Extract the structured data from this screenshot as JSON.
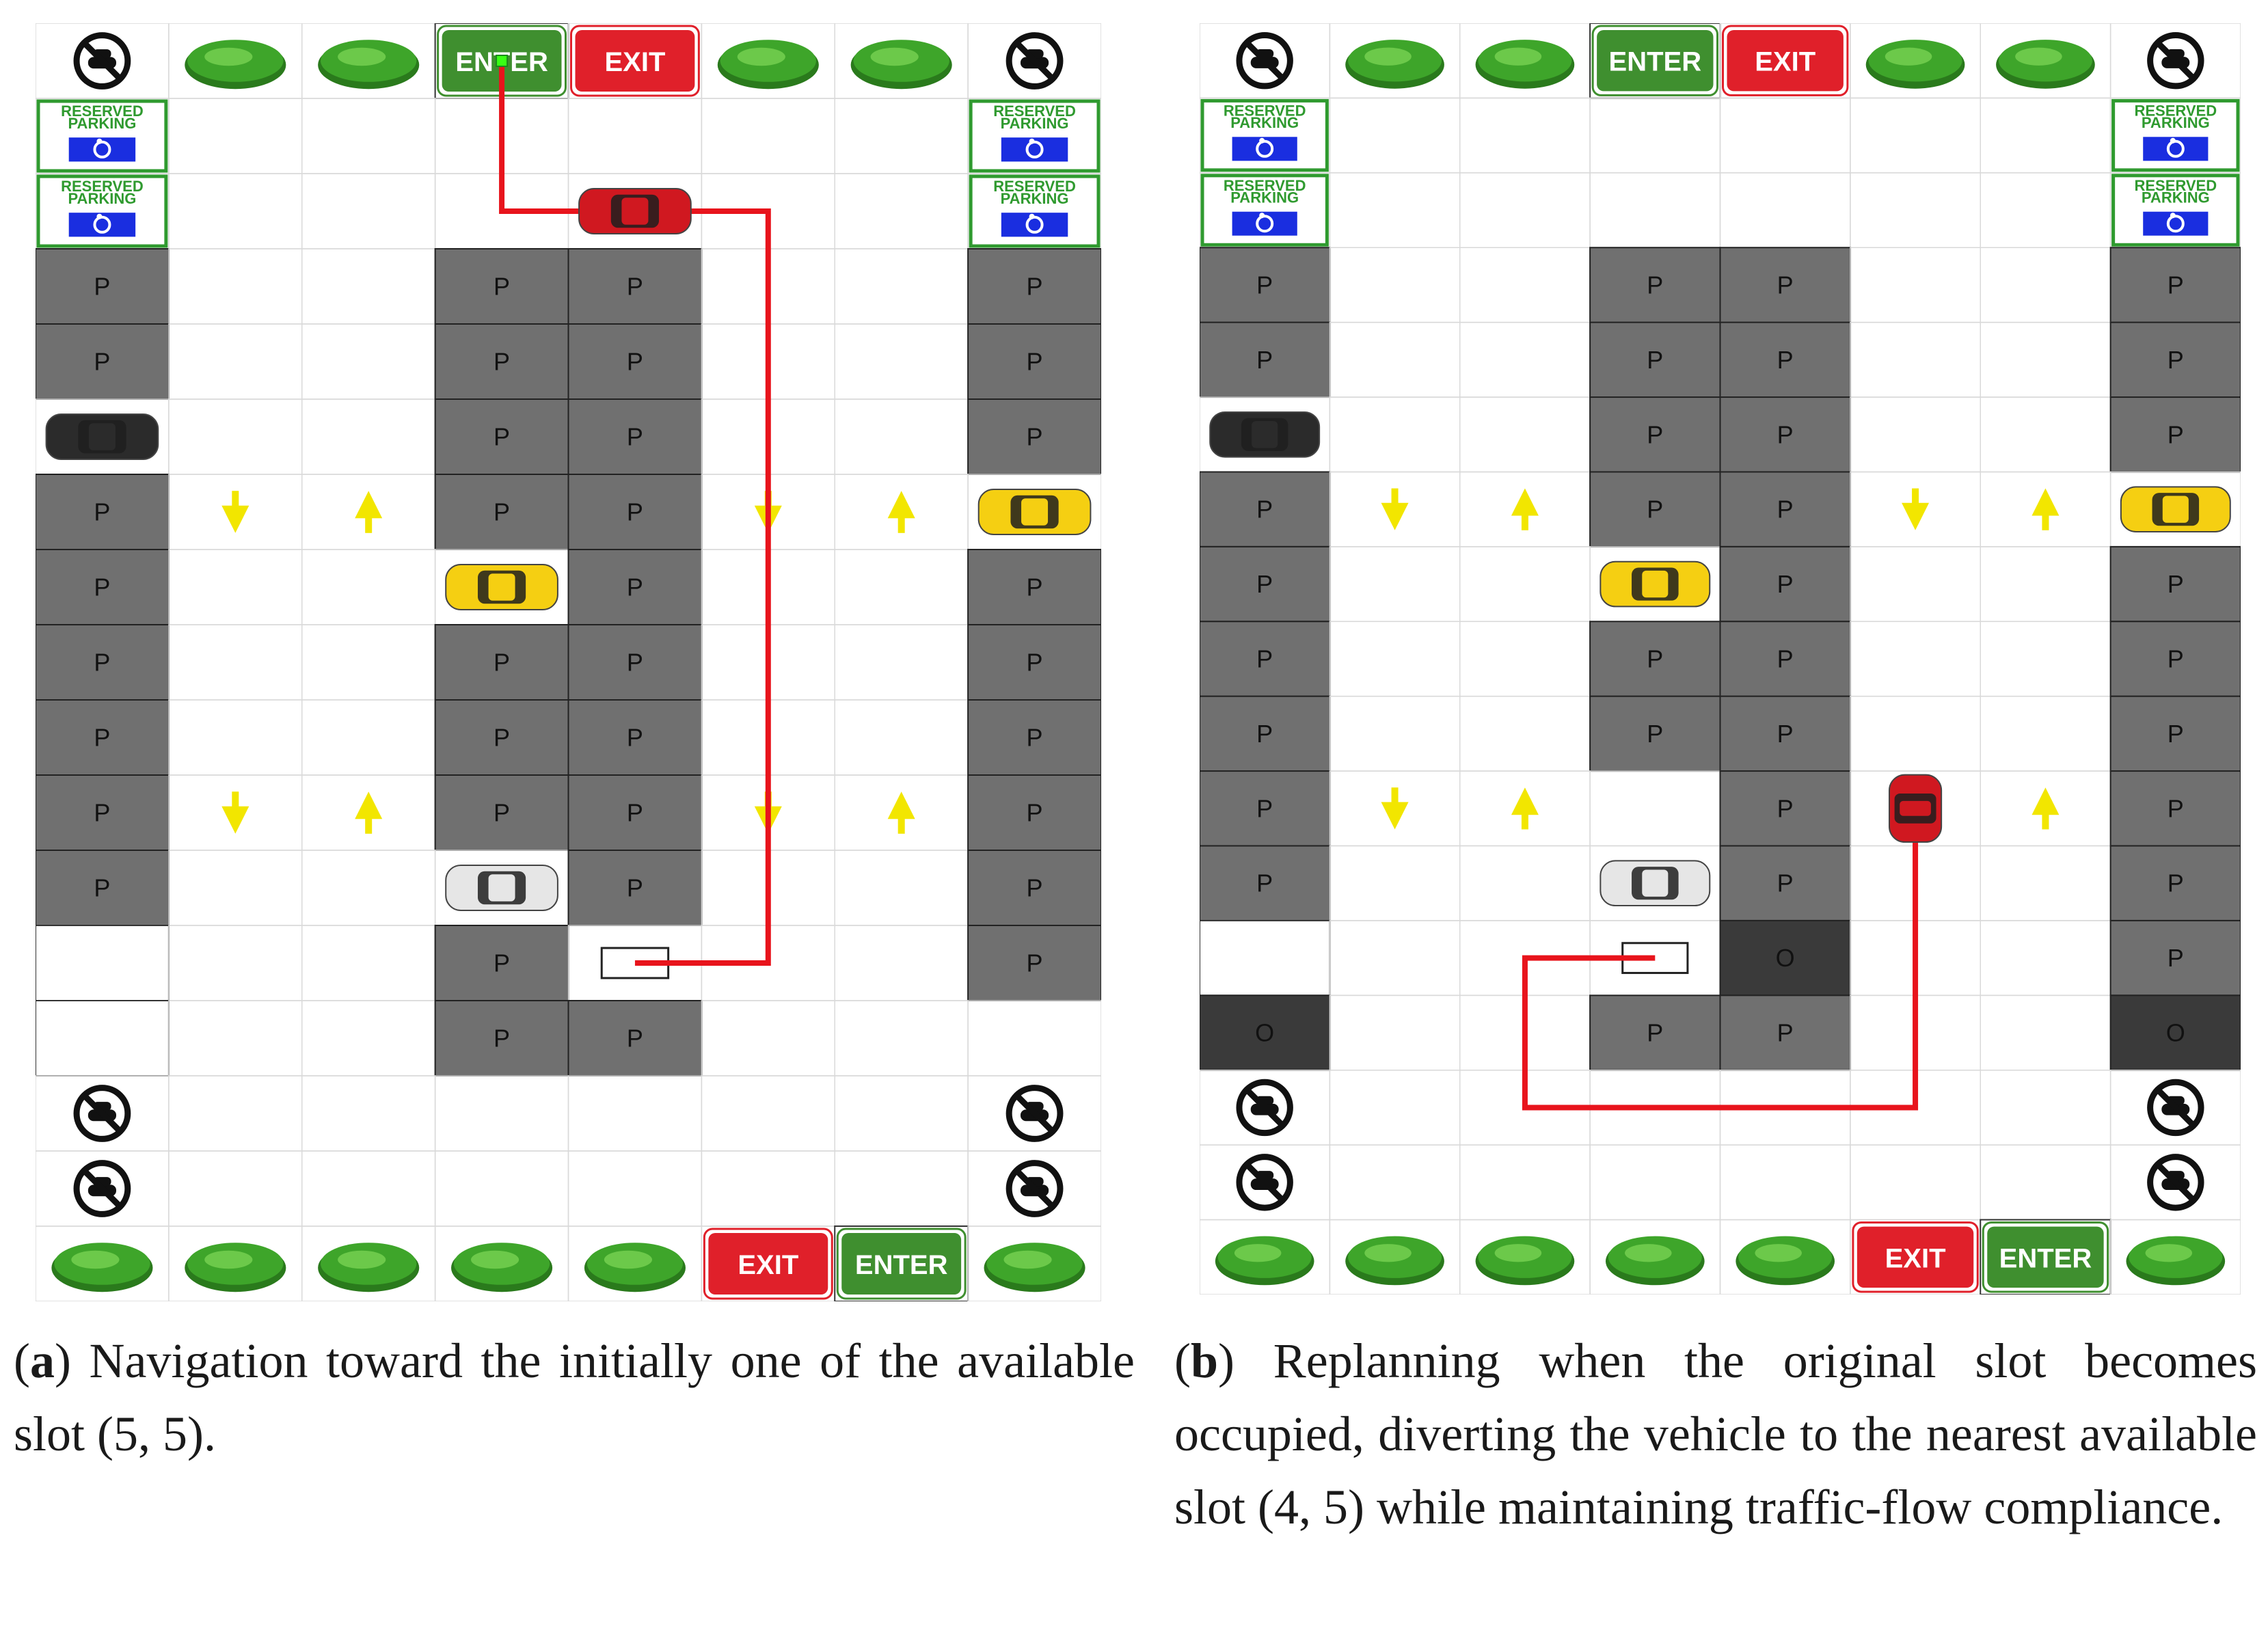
{
  "panels": [
    {
      "id": "a",
      "label": "a",
      "caption": ") Navigation toward the initially one of the available slot (5, 5).",
      "cols": 8,
      "rows": 17,
      "grid": [
        "N T T E X T T N",
        "R . . . . . . R",
        "R . . . . . . R",
        "P . . P P . . P",
        "P . . P P . . P",
        "C . . P P . . P",
        "P D U P P D U Y",
        "P . . Y P . . P",
        "P . . P P . . P",
        "P . . P P . . P",
        "P D U P P D U P",
        "P . . W P . . P",
        "E . . P G . . P",
        "E . . P P . . .",
        "N . . . . . . N",
        "N . . . . . . N",
        "T T T T T X E T"
      ],
      "vehicle": {
        "row": 2,
        "col": 4,
        "orientation": "horizontal"
      },
      "path": [
        [
          3.5,
          0.5
        ],
        [
          3.5,
          2.5
        ],
        [
          5.5,
          2.5
        ],
        [
          5.5,
          12.5
        ],
        [
          4.5,
          12.5
        ]
      ],
      "start_marker": [
        3.5,
        0.5
      ]
    },
    {
      "id": "b",
      "label": "b",
      "caption": ") Replanning when the original slot becomes occupied, diverting the vehicle to the nearest available slot (4, 5) while maintaining traffic-flow compliance.",
      "cols": 8,
      "rows": 17,
      "grid": [
        "N T T E X T T N",
        "R . . . . . . R",
        "R . . . . . . R",
        "P . . P P . . P",
        "P . . P P . . P",
        "C . . P P . . P",
        "P D U P P D U Y",
        "P . . Y P . . P",
        "P . . P P . . P",
        "P . . P P . . P",
        "P D U . P . U P",
        "P . . W P . . P",
        "E . . G O . . P",
        "O . . P P . . O",
        "N . . . . . . N",
        "N . . . . . . N",
        "T T T T T X E T"
      ],
      "vehicle": {
        "row": 10,
        "col": 5,
        "orientation": "vertical"
      },
      "path": [
        [
          5.5,
          10.8
        ],
        [
          5.5,
          14.5
        ],
        [
          2.5,
          14.5
        ],
        [
          2.5,
          12.5
        ],
        [
          3.5,
          12.5
        ]
      ],
      "start_marker": null
    }
  ],
  "legend_text": {
    "parking": "P",
    "occupied": "O",
    "enter": "ENTER",
    "exit": "EXIT",
    "reserved_line1": "RESERVED",
    "reserved_line2": "PARKING"
  },
  "icons": {
    "tree": "tree-icon",
    "no_parking": "no-parking-icon",
    "wheelchair": "wheelchair-icon",
    "car": "car-icon",
    "arrow_up": "arrow-up-icon",
    "arrow_down": "arrow-down-icon"
  },
  "colors": {
    "parking_cell": "#707070",
    "occupied_cell": "#3a3a3a",
    "grid_line": "#d9d9d9",
    "enter": "#3f8f2f",
    "exit": "#e0202a",
    "path": "#e8141c",
    "arrow": "#f2e600",
    "tree": "#3ea52a",
    "reserved_border": "#2f9a2f",
    "wheelchair_bg": "#1a2ee0",
    "car_red": "#d01820",
    "car_yellow": "#f5cf12",
    "car_white": "#e6e6e6",
    "car_black": "#2b2b2b"
  }
}
